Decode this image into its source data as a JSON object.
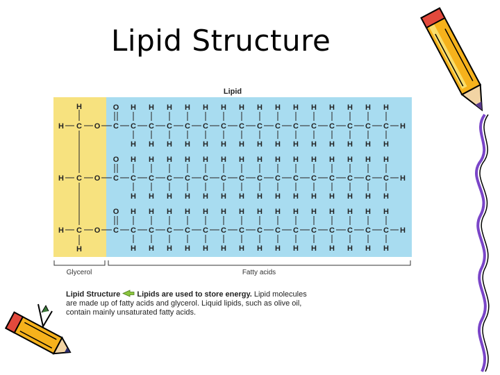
{
  "slide": {
    "title": "Lipid Structure"
  },
  "figure": {
    "header": "Lipid",
    "glycerol_label": "Glycerol",
    "fatty_acids_label": "Fatty acids",
    "atom_H": "H",
    "atom_C": "C",
    "atom_O": "O",
    "colors": {
      "glycerol_panel": "#f7e27f",
      "fatty_acid_panel": "#a8dcf0",
      "bond": "#333333"
    }
  },
  "caption": {
    "heading": "Lipid Structure",
    "lead": "Lipids are used to store energy.",
    "line1_rest": "Lipid molecules",
    "line2": "are made up of fatty acids and glycerol. Liquid lipids, such as olive oil,",
    "line3": "contain mainly unsaturated fatty acids."
  },
  "decorations": {
    "top_right": "pencil-icon",
    "bottom_left": "pencil-icon",
    "right_edge": "squiggle-border"
  }
}
